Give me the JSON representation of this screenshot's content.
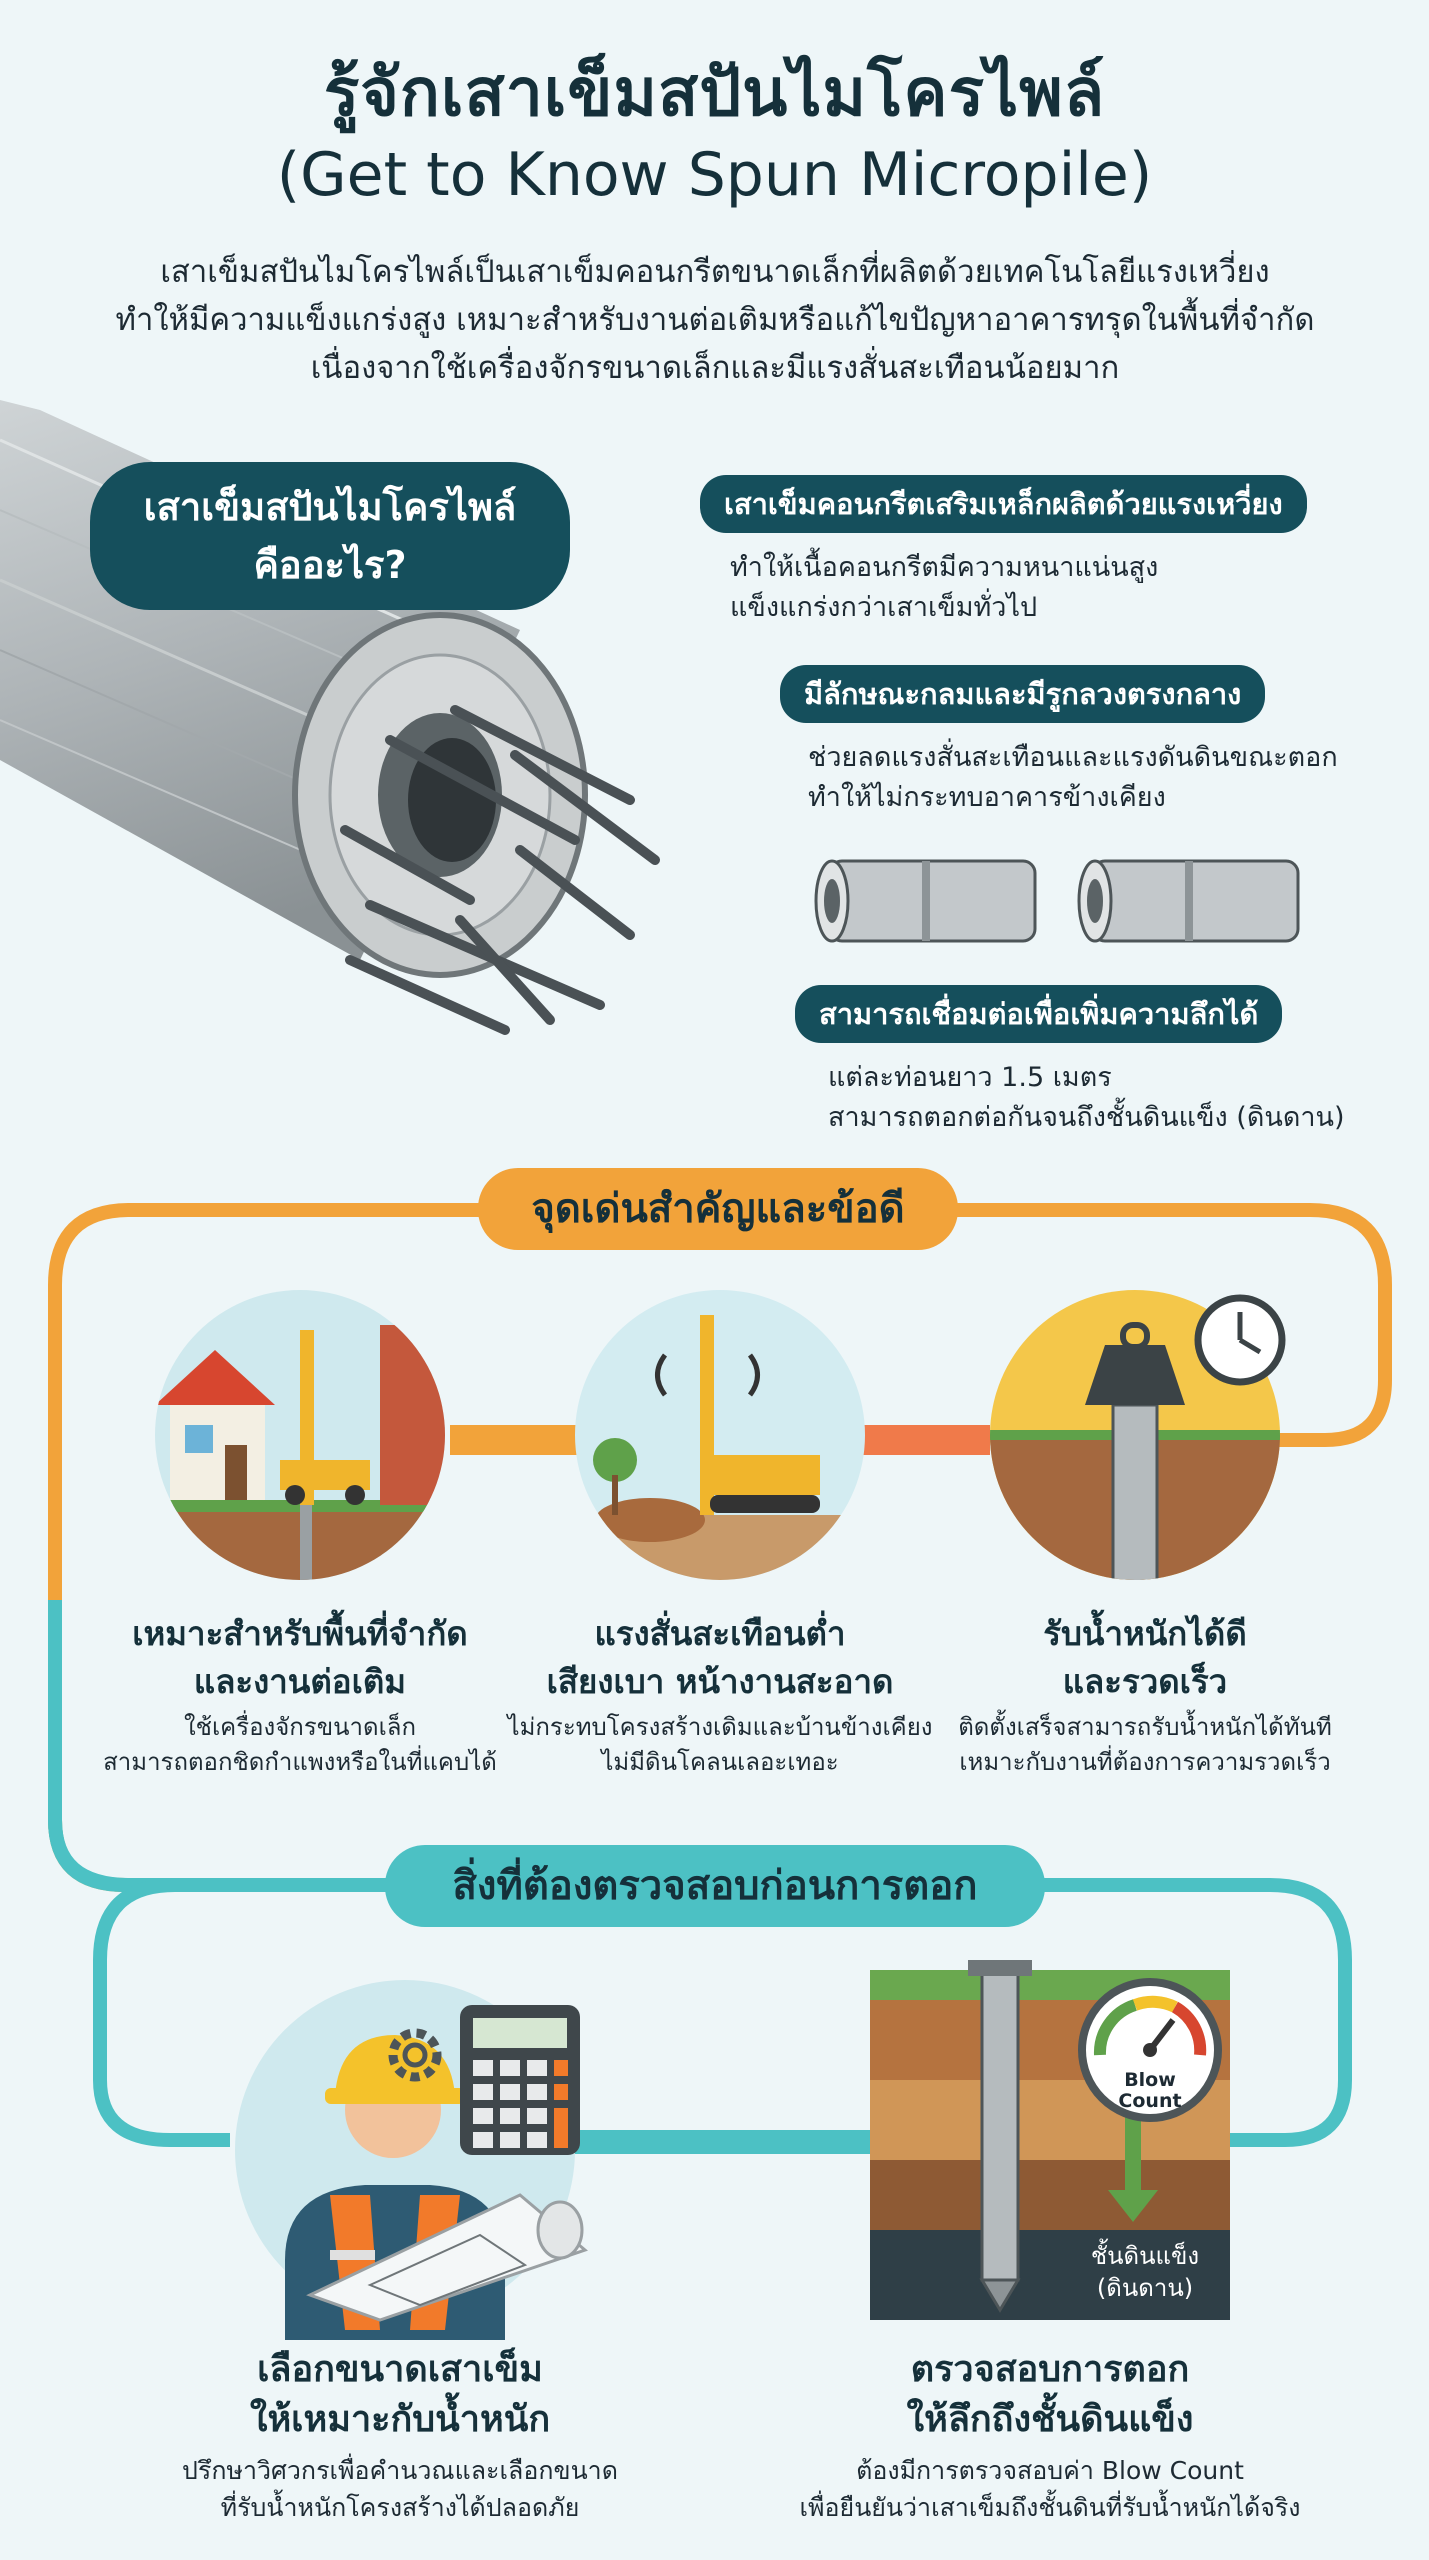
{
  "header": {
    "title_th": "รู้จักเสาเข็มสปันไมโครไพล์",
    "title_en": "(Get to Know Spun Micropile)",
    "intro_lines": [
      "เสาเข็มสปันไมโครไพล์เป็นเสาเข็มคอนกรีตขนาดเล็กที่ผลิตด้วยเทคโนโลยีแรงเหวี่ยง",
      "ทำให้มีความแข็งแกร่งสูง เหมาะสำหรับงานต่อเติมหรือแก้ไขปัญหาอาคารทรุดในพื้นที่จำกัด",
      "เนื่องจากใช้เครื่องจักรขนาดเล็กและมีแรงสั่นสะเทือนน้อยมาก"
    ]
  },
  "what_is": {
    "label_line1": "เสาเข็มสปันไมโครไพล์",
    "label_line2": "คืออะไร?"
  },
  "features": [
    {
      "label": "เสาเข็มคอนกรีตเสริมเหล็กผลิตด้วยแรงเหวี่ยง",
      "desc_line1": "ทำให้เนื้อคอนกรีตมีความหนาแน่นสูง",
      "desc_line2": "แข็งแกร่งกว่าเสาเข็มทั่วไป"
    },
    {
      "label": "มีลักษณะกลมและมีรูกลวงตรงกลาง",
      "desc_line1": "ช่วยลดแรงสั่นสะเทือนและแรงดันดินขณะตอก",
      "desc_line2": "ทำให้ไม่กระทบอาคารข้างเคียง"
    },
    {
      "label": "สามารถเชื่อมต่อเพื่อเพิ่มความลึกได้",
      "desc_line1": "แต่ละท่อนยาว 1.5 เมตร",
      "desc_line2": "สามารถตอกต่อกันจนถึงชั้นดินแข็ง (ดินดาน)"
    }
  ],
  "advantages": {
    "heading": "จุดเด่นสำคัญและข้อดี",
    "items": [
      {
        "title_line1": "เหมาะสำหรับพื้นที่จำกัด",
        "title_line2": "และงานต่อเติม",
        "desc_line1": "ใช้เครื่องจักรขนาดเล็ก",
        "desc_line2": "สามารถตอกชิดกำแพงหรือในที่แคบได้"
      },
      {
        "title_line1": "แรงสั่นสะเทือนต่ำ",
        "title_line2": "เสียงเบา หน้างานสะอาด",
        "desc_line1": "ไม่กระทบโครงสร้างเดิมและบ้านข้างเคียง",
        "desc_line2": "ไม่มีดินโคลนเลอะเทอะ"
      },
      {
        "title_line1": "รับน้ำหนักได้ดี",
        "title_line2": "และรวดเร็ว",
        "desc_line1": "ติดตั้งเสร็จสามารถรับน้ำหนักได้ทันที",
        "desc_line2": "เหมาะกับงานที่ต้องการความรวดเร็ว"
      }
    ]
  },
  "checks": {
    "heading": "สิ่งที่ต้องตรวจสอบก่อนการตอก",
    "items": [
      {
        "title_line1": "เลือกขนาดเสาเข็ม",
        "title_line2": "ให้เหมาะกับน้ำหนัก",
        "desc_line1": "ปรึกษาวิศวกรเพื่อคำนวณและเลือกขนาด",
        "desc_line2": "ที่รับน้ำหนักโครงสร้างได้ปลอดภัย"
      },
      {
        "title_line1": "ตรวจสอบการตอก",
        "title_line2": "ให้ลึกถึงชั้นดินแข็ง",
        "desc_line1": "ต้องมีการตรวจสอบค่า Blow Count",
        "desc_line2": "เพื่อยืนยันว่าเสาเข็มถึงชั้นดินที่รับน้ำหนักได้จริง"
      }
    ],
    "gauge_line1": "Blow",
    "gauge_line2": "Count",
    "soil_label_line1": "ชั้นดินแข็ง",
    "soil_label_line2": "(ดินดาน)"
  },
  "colors": {
    "dark_teal": "#154f5c",
    "orange": "#f2a33a",
    "teal_light": "#4cc1c4",
    "background": "#eef6f8"
  },
  "icons": [
    "spun-pile-cross-section",
    "pile-segment",
    "house-construction",
    "pile-driver",
    "weight-pile",
    "clock",
    "engineer",
    "calculator",
    "gear",
    "blueprint",
    "gauge",
    "soil-layers",
    "arrow-down"
  ]
}
